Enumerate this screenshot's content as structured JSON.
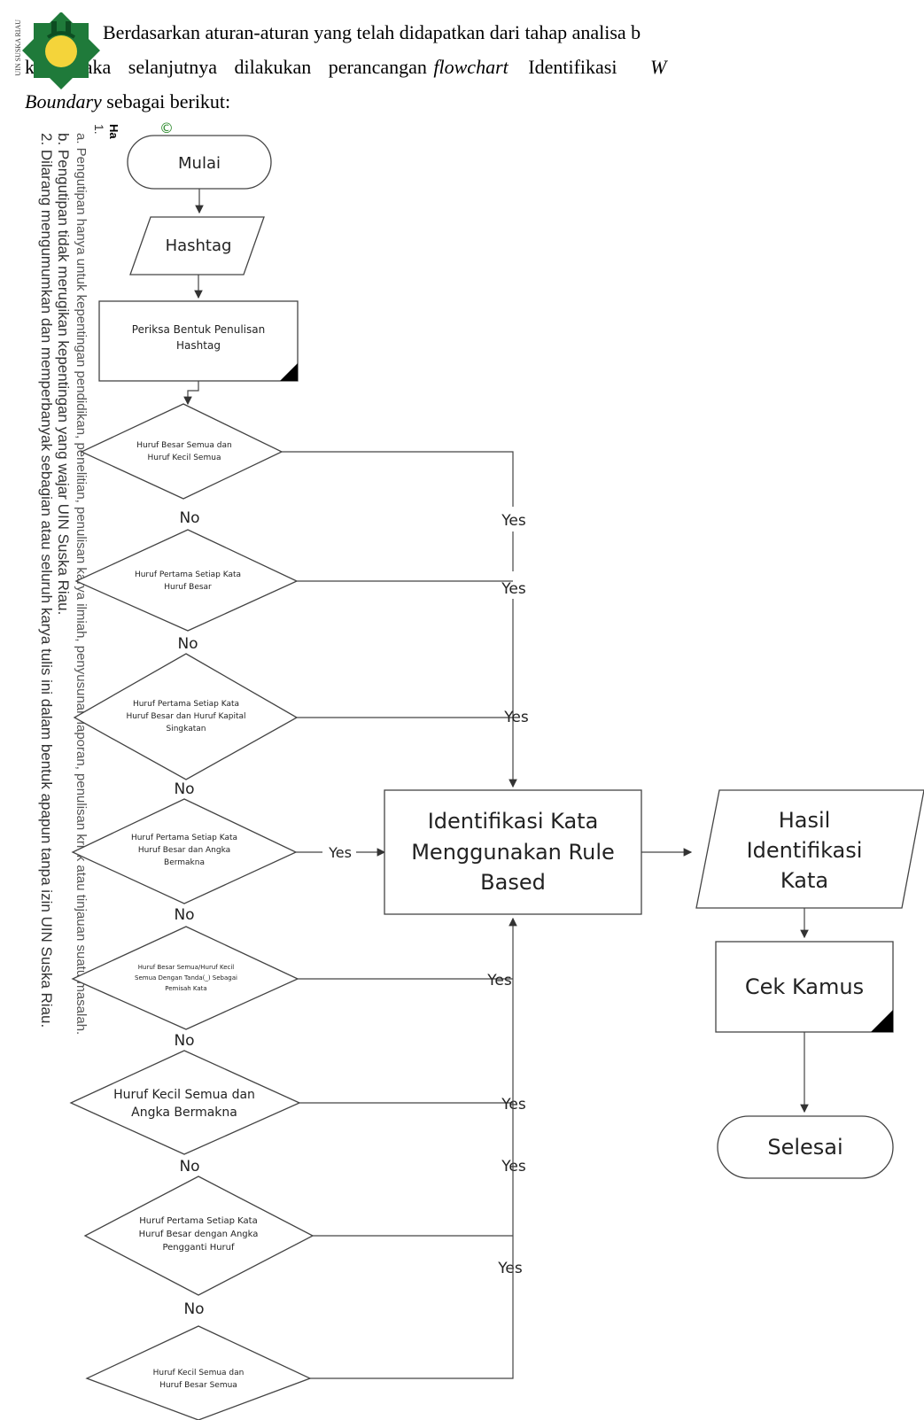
{
  "paragraph": {
    "line1_rest": "Berdasarkan aturan-aturan yang telah didapatkan dari tahap analisa b",
    "line2_a": "kata,",
    "line2_b": "maka selanjutnya dilakukan perancangan",
    "line2_c": "flowchart",
    "line2_d": "Identifikasi",
    "line2_e": "W",
    "line3_a": "Boundary",
    "line3_b": "sebagai berikut:"
  },
  "logo": {
    "vertical_text": "UIN SUSKA RIAU"
  },
  "watermark": {
    "ha": "Ha",
    "one": "1.",
    "line_a": "a. Pengutipan hanya untuk kepentingan pendidikan, penelitian, penulisan karya ilmiah, penyusunan laporan, penulisan kritik atau tinjauan suatu masalah.",
    "line_b": "b. Pengutipan tidak merugikan kepentingan yang wajar UIN Suska Riau.",
    "line_2": "2. Dilarang mengumumkan dan memperbanyak sebagian atau seluruh karya tulis ini dalam bentuk apapun tanpa izin UIN Suska Riau.",
    "copyright": "©"
  },
  "flowchart": {
    "start": "Mulai",
    "input": "Hashtag",
    "process1": [
      "Periksa Bentuk Penulisan",
      "Hashtag"
    ],
    "decisions": [
      [
        "Huruf Besar Semua dan",
        "Huruf Kecil Semua"
      ],
      [
        "Huruf Pertama Setiap Kata",
        "Huruf Besar"
      ],
      [
        "Huruf Pertama Setiap Kata",
        "Huruf Besar dan Huruf Kapital",
        "Singkatan"
      ],
      [
        "Huruf Pertama Setiap Kata",
        "Huruf Besar dan Angka",
        "Bermakna"
      ],
      [
        "Huruf Besar Semua/Huruf Kecil",
        "Semua Dengan Tanda(_) Sebagai",
        "Pemisah Kata"
      ],
      [
        "Huruf Kecil Semua dan",
        "Angka Bermakna"
      ],
      [
        "Huruf Pertama Setiap Kata",
        "Huruf Besar dengan Angka",
        "Pengganti Huruf"
      ],
      [
        "Huruf Kecil Semua dan",
        "Huruf Besar Semua"
      ]
    ],
    "no_label": "No",
    "yes_label": "Yes",
    "main_process": [
      "Identifikasi Kata",
      "Menggunakan Rule",
      "Based"
    ],
    "output": [
      "Hasil",
      "Identifikasi",
      "Kata"
    ],
    "check": "Cek Kamus",
    "end": "Selesai"
  }
}
